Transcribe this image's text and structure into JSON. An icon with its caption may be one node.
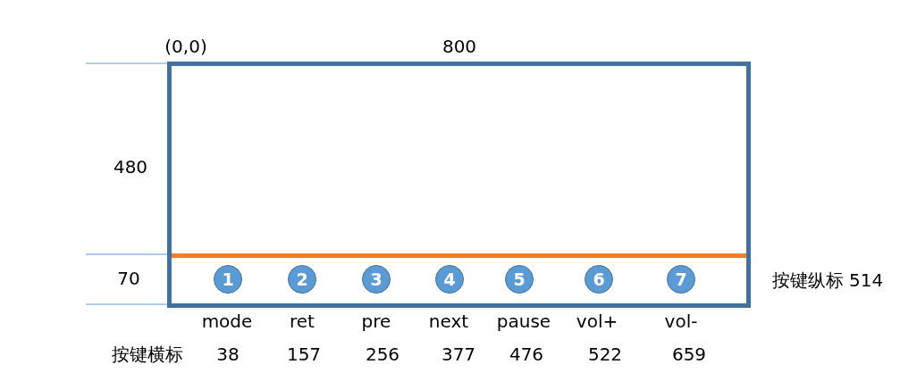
{
  "diagram": {
    "nodes": [
      {
        "text": [],
        "shape": "box"
      },
      {
        "text": [
          "1"
        ],
        "in": 0
      },
      {
        "text": [
          "2"
        ],
        "in": 0
      },
      {
        "text": [
          "3"
        ],
        "in": 0
      },
      {
        "text": [
          "4"
        ],
        "in": 0
      },
      {
        "text": [
          "5"
        ],
        "in": 0
      },
      {
        "text": [
          "6"
        ],
        "in": 0
      },
      {
        "text": [
          "7"
        ],
        "in": 0
      }
    ],
    "labels": [
      "(0,0)",
      "800",
      "480",
      "70",
      "按键纵标 514",
      "mode",
      "ret",
      "pre",
      "next",
      "pause",
      "vol+",
      "vol-",
      "按键横标",
      "38",
      "157",
      "256",
      "377",
      "476",
      "522",
      "659"
    ]
  }
}
